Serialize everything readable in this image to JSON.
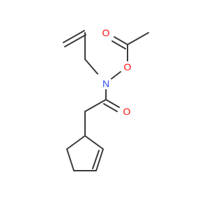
{
  "molecule": {
    "atoms": {
      "carbonyl_oxygen_acetate": {
        "symbol": "O",
        "color": "#ff0d0d"
      },
      "ester_oxygen": {
        "symbol": "O",
        "color": "#ff0d0d"
      },
      "nitrogen": {
        "symbol": "N",
        "color": "#3050f8"
      },
      "amide_oxygen": {
        "symbol": "O",
        "color": "#ff0d0d"
      }
    },
    "bond_color": "#3a3a3a"
  }
}
